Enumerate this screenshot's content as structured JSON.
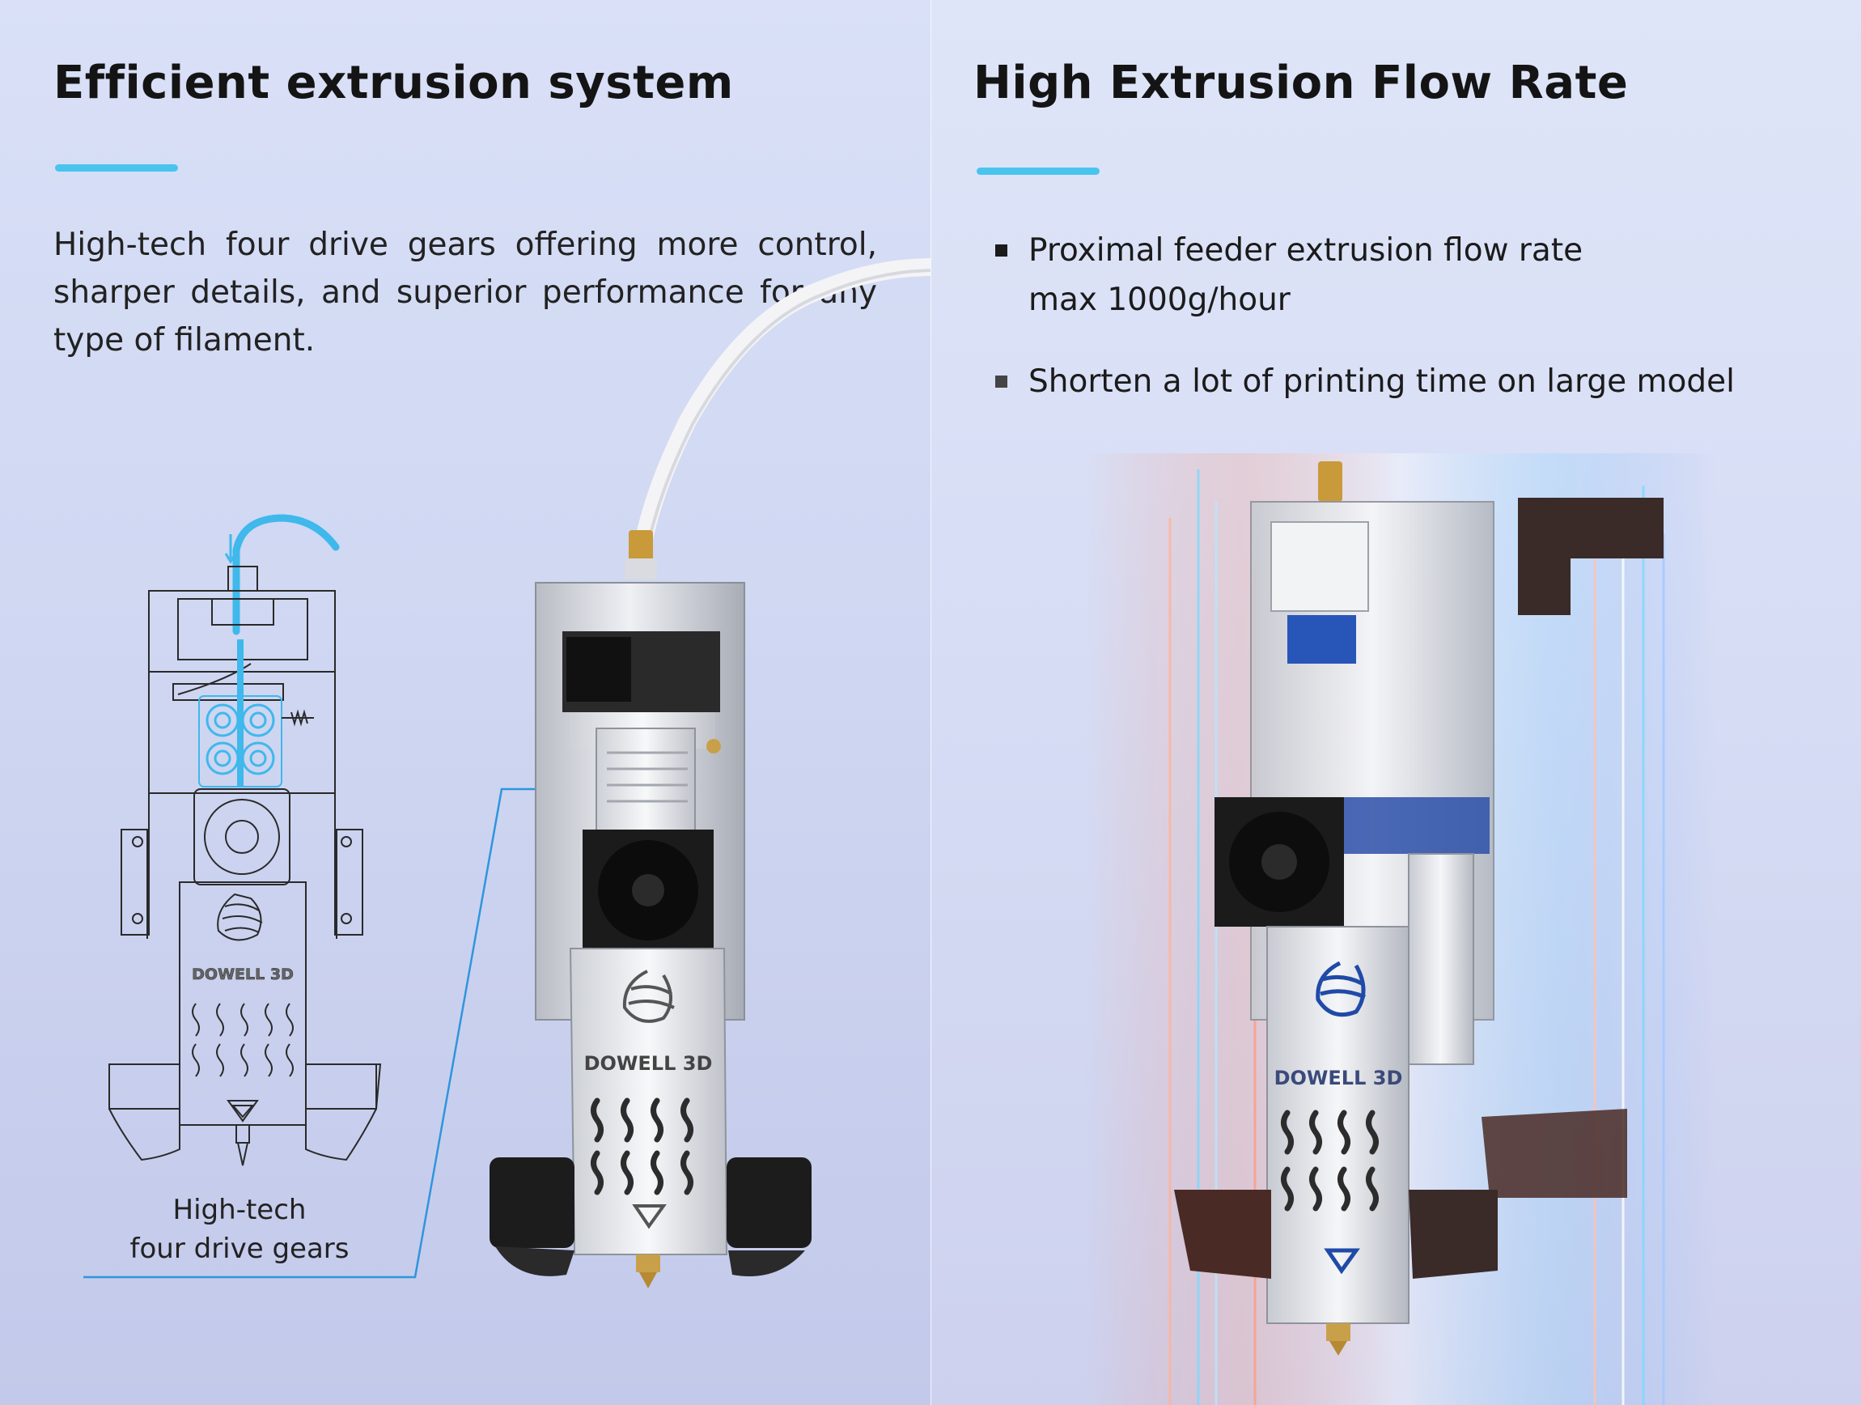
{
  "left": {
    "title": "Efficient extrusion system",
    "description": "High-tech four drive gears offering more control, sharper details, and superior performance for any type of filament.",
    "diagram_brand": "DOWELL 3D",
    "caption_line1": "High-tech",
    "caption_line2": "four drive gears",
    "product_brand": "DOWELL 3D"
  },
  "right": {
    "title": "High Extrusion Flow Rate",
    "bullets": [
      {
        "line1": "Proximal feeder extrusion flow rate",
        "line2": "max 1000g/hour"
      },
      {
        "line1": "Shorten a lot of printing time on large model",
        "line2": ""
      }
    ],
    "product_brand": "DOWELL 3D"
  },
  "colors": {
    "accent": "#49c4ee",
    "diagram_blue": "#3fb8ec",
    "callout_line": "#2f95dc"
  }
}
